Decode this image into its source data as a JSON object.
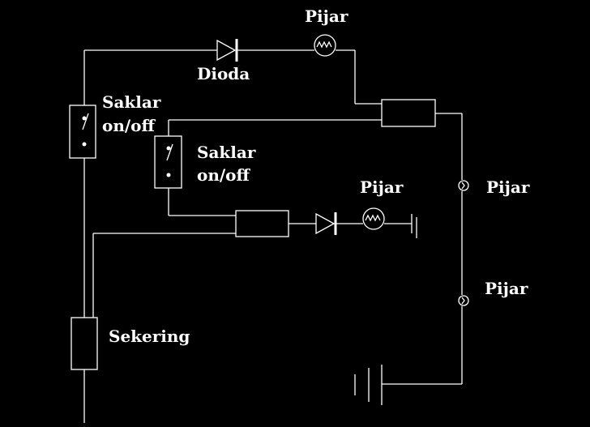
{
  "diagram": {
    "colors": {
      "background": "#000000",
      "line": "#ffffff",
      "text": "#ffffff"
    },
    "labels": {
      "pijar_top": "Pijar",
      "dioda": "Dioda",
      "saklar1_line1": "Saklar",
      "saklar1_line2": "on/off",
      "saklar2_line1": "Saklar",
      "saklar2_line2": "on/off",
      "pijar_mid": "Pijar",
      "pijar_right1": "Pijar",
      "pijar_right2": "Pijar",
      "sekering": "Sekering"
    }
  }
}
